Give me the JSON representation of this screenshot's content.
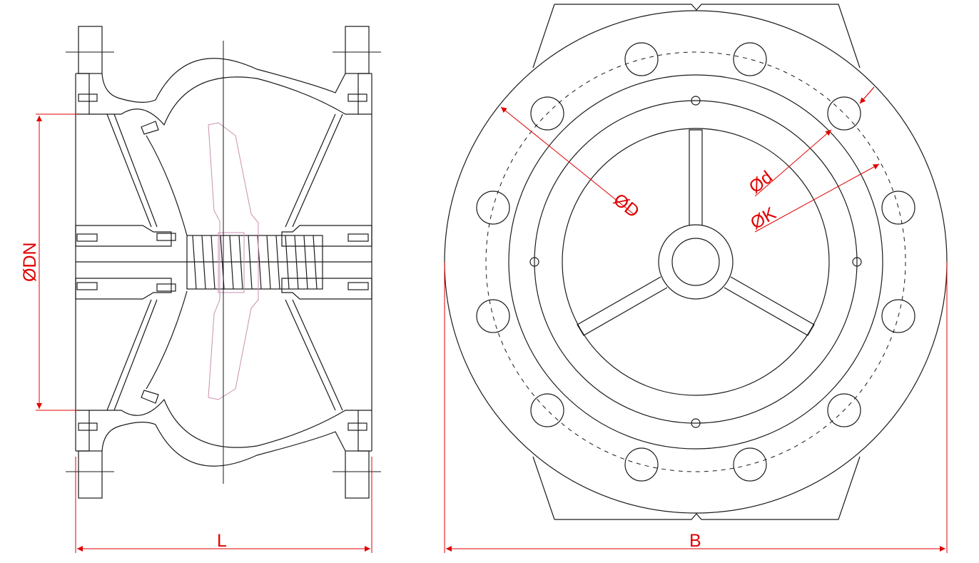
{
  "labels": {
    "dn": "ØDN",
    "length": "L",
    "width": "B",
    "outer_diameter": "ØD",
    "bolt_hole_diameter": "Ød",
    "bolt_circle_diameter": "ØK"
  },
  "colors": {
    "outline": "#1a1a1a",
    "dimension": "#e00000",
    "hidden_disc": "#c98fb0"
  }
}
